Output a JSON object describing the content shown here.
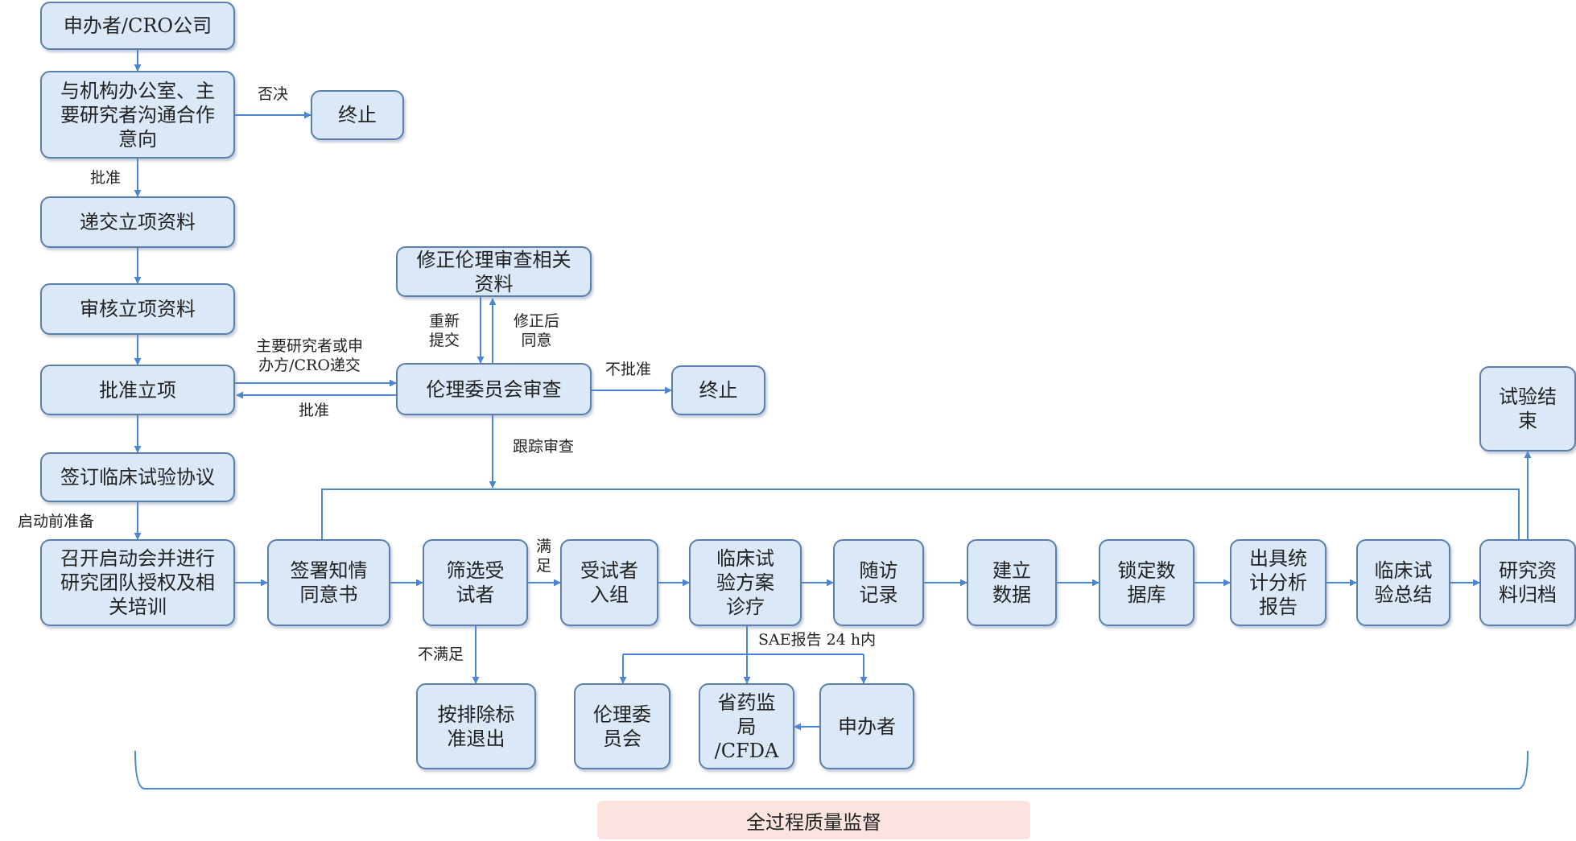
{
  "nodes": {
    "sponsor_cro": "申办者/CRO公司",
    "communicate": "与机构办公室、主\n要研究者沟通合作\n意向",
    "terminate_1": "终止",
    "submit_docs": "递交立项资料",
    "review_docs": "审核立项资料",
    "approve_project": "批准立项",
    "sign_agreement": "签订临床试验协议",
    "kickoff": "召开启动会并进行\n研究团队授权及相\n关培训",
    "revise_ethics": "修正伦理审查相关\n资料",
    "ethics_review": "伦理委员会审查",
    "terminate_2": "终止",
    "trial_end": "试验结\n束",
    "informed_consent": "签署知情\n同意书",
    "screening": "筛选受\n试者",
    "enrollment": "受试者\n入组",
    "treatment": "临床试\n验方案\n诊疗",
    "followup": "随访\n记录",
    "build_data": "建立\n数据",
    "lock_db": "锁定数\n据库",
    "stats_report": "出具统\n计分析\n报告",
    "summary": "临床试\n验总结",
    "archive": "研究资\n料归档",
    "exclude_exit": "按排除标\n准退出",
    "ethics_committee": "伦理委\n员会",
    "provincial_fda": "省药监\n局\n/CFDA",
    "sponsor": "申办者"
  },
  "labels": {
    "veto": "否决",
    "approve_1": "批准",
    "pi_submit": "主要研究者或申\n办方/CRO递交",
    "approve_2": "批准",
    "resubmit": "重新\n提交",
    "agree_after_fix": "修正后\n同意",
    "not_approve": "不批准",
    "tracking_review": "跟踪审查",
    "pre_start_prep": "启动前准备",
    "satisfy": "满\n足",
    "not_satisfy": "不满足",
    "sae_report": "SAE报告  24 h内"
  },
  "quality_supervision": "全过程质量监督",
  "colors": {
    "box_fill": "#dae8f8",
    "box_border": "#5a7fad",
    "arrow": "#4a86d4",
    "quality_bg": "#fbe4e0"
  }
}
